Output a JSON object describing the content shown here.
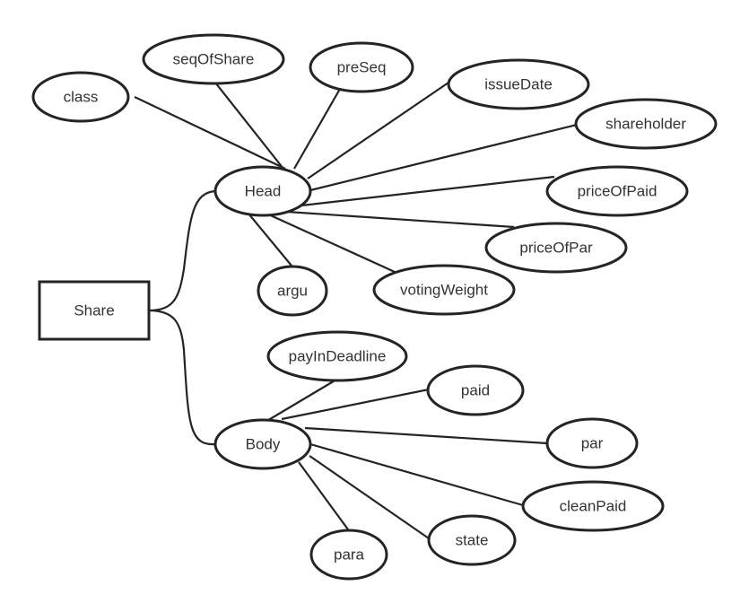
{
  "diagram": {
    "type": "mind-map",
    "root": {
      "id": "share",
      "label": "Share",
      "shape": "rectangle"
    },
    "branches": [
      {
        "id": "head",
        "label": "Head",
        "children": [
          {
            "id": "class",
            "label": "class"
          },
          {
            "id": "seqOfShare",
            "label": "seqOfShare"
          },
          {
            "id": "preSeq",
            "label": "preSeq"
          },
          {
            "id": "issueDate",
            "label": "issueDate"
          },
          {
            "id": "shareholder",
            "label": "shareholder"
          },
          {
            "id": "priceOfPaid",
            "label": "priceOfPaid"
          },
          {
            "id": "priceOfPar",
            "label": "priceOfPar"
          },
          {
            "id": "votingWeight",
            "label": "votingWeight"
          },
          {
            "id": "argu",
            "label": "argu"
          }
        ]
      },
      {
        "id": "body",
        "label": "Body",
        "children": [
          {
            "id": "payInDeadline",
            "label": "payInDeadline"
          },
          {
            "id": "paid",
            "label": "paid"
          },
          {
            "id": "par",
            "label": "par"
          },
          {
            "id": "cleanPaid",
            "label": "cleanPaid"
          },
          {
            "id": "state",
            "label": "state"
          },
          {
            "id": "para",
            "label": "para"
          }
        ]
      }
    ],
    "colors": {
      "stroke": "#222426",
      "text": "#333333",
      "background": "#ffffff"
    }
  }
}
